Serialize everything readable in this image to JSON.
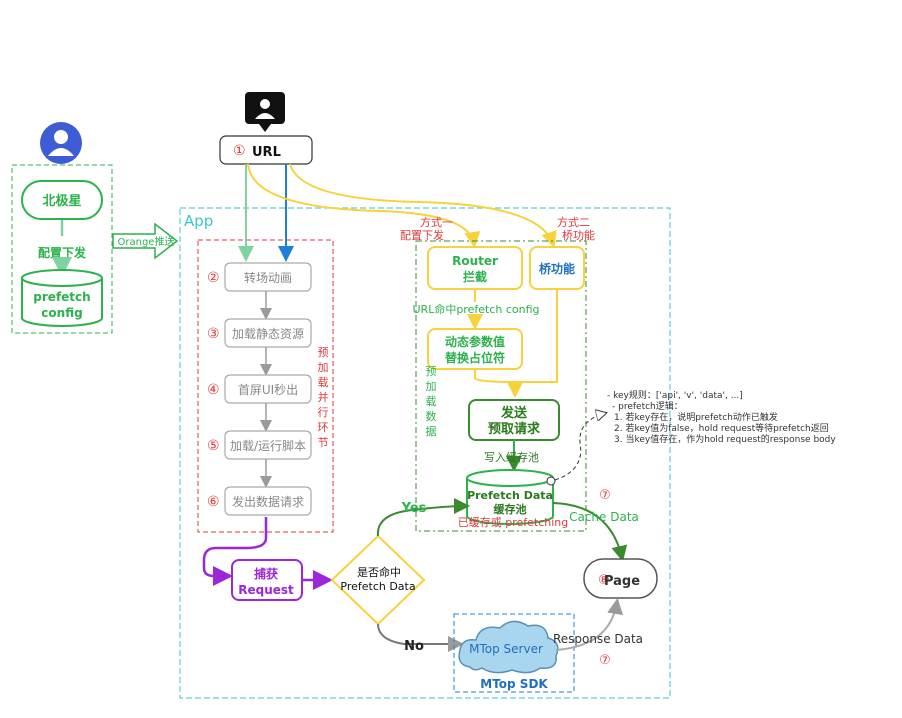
{
  "url_node": {
    "step": "①",
    "label": "URL"
  },
  "left": {
    "node1": "北极星",
    "edge": "配置下发",
    "db_line1": "prefetch",
    "db_line2": "config",
    "push_label": "Orange推送"
  },
  "app": {
    "title": "App",
    "steps": [
      {
        "num": "②",
        "label": "转场动画"
      },
      {
        "num": "③",
        "label": "加载静态资源"
      },
      {
        "num": "④",
        "label": "首屏UI秒出"
      },
      {
        "num": "⑤",
        "label": "加载/运行脚本"
      },
      {
        "num": "⑥",
        "label": "发出数据请求"
      }
    ],
    "parallel_label": [
      "预",
      "加",
      "载",
      "并",
      "行",
      "环",
      "节"
    ]
  },
  "prefetch": {
    "method1": [
      "方式一",
      "配置下发"
    ],
    "method2": [
      "方式二",
      "桥功能"
    ],
    "router": [
      "Router",
      "拦截"
    ],
    "bridge": "桥功能",
    "url_hit": "URL命中prefetch config",
    "dynamic": [
      "动态参数值",
      "替换占位符"
    ],
    "side_label": [
      "预",
      "加",
      "载",
      "数",
      "据"
    ],
    "send": [
      "发送",
      "预取请求"
    ],
    "write_cache": "写入缓存池",
    "cache_db": [
      "Prefetch Data",
      "缓存池"
    ],
    "cache_state": "已缓存或 prefetching"
  },
  "notes": [
    "- key规则：['api', 'v', 'data', ...]",
    "- prefetch逻辑：",
    "1. 若key存在，说明prefetch动作已触发",
    "2. 若key值为false，hold request等待prefetch返回",
    "3. 当key值存在，作为hold request的response body"
  ],
  "flow": {
    "capture": [
      "捕获",
      "Request"
    ],
    "decision": [
      "是否命中",
      "Prefetch Data"
    ],
    "yes": "Yes",
    "no": "No",
    "mtop_server": "MTop Server",
    "mtop_sdk": "MTop SDK",
    "page_num": "⑧",
    "page": "Page",
    "cache_num": "⑦",
    "cache_label": "Cache Data",
    "response_num": "⑦",
    "response_label": "Response Data"
  },
  "colors": {
    "green": "#2bb24c",
    "dark_green": "#3a8a2e",
    "yellow": "#f7d23a",
    "teal": "#5ecfd6",
    "red": "#e0383b",
    "purple": "#9b27d9",
    "blue": "#1f7fd8",
    "gray": "#9a9a9a"
  }
}
